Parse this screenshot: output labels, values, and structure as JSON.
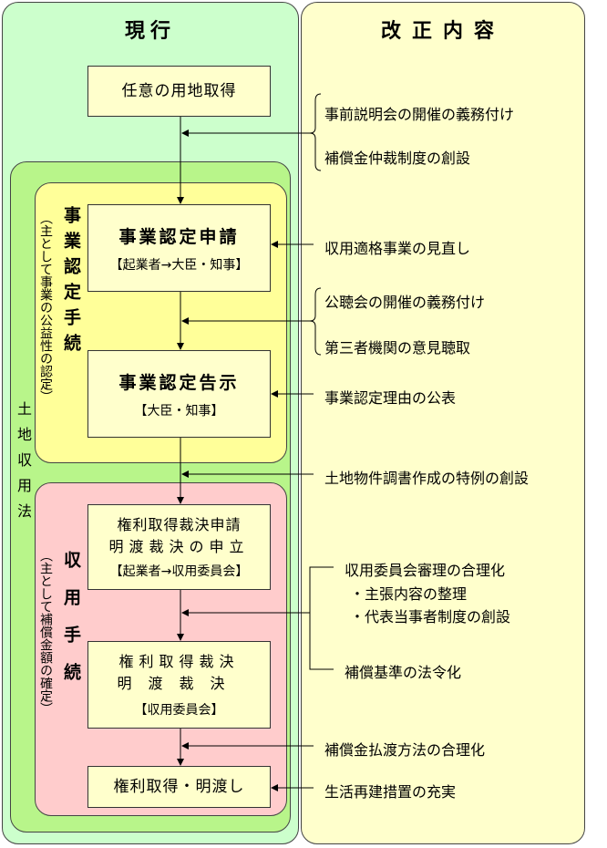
{
  "headers": {
    "current": "現行",
    "revision": "改正内容"
  },
  "left": {
    "law_label": "土地収用法",
    "sections": [
      {
        "title": "事業認定手続",
        "note": "（主として事業の公益性の認定）"
      },
      {
        "title": "収用手続",
        "note": "（主として補償金額の確定）"
      }
    ],
    "boxes": [
      {
        "lines": [
          "任意の用地取得"
        ]
      },
      {
        "title": "事業認定申請",
        "sub": "【起業者→大臣・知事】"
      },
      {
        "title": "事業認定告示",
        "sub": "【大臣・知事】"
      },
      {
        "lines": [
          "権利取得裁決申請",
          "明渡裁決の申立"
        ],
        "sub": "【起業者→収用委員会】"
      },
      {
        "lines": [
          "権利取得裁決",
          "明渡裁決"
        ],
        "sub": "【収用委員会】"
      },
      {
        "lines": [
          "権利取得・明渡し"
        ]
      }
    ]
  },
  "revisions": [
    "事前説明会の開催の義務付け",
    "補償金仲裁制度の創設",
    "収用適格事業の見直し",
    "公聴会の開催の義務付け",
    "第三者機関の意見聴取",
    "事業認定理由の公表",
    "土地物件調書作成の特例の創設",
    "収用委員会審理の合理化",
    "・主張内容の整理",
    "・代表当事者制度の創設",
    "補償基準の法令化",
    "補償金払渡方法の合理化",
    "生活再建措置の充実"
  ]
}
